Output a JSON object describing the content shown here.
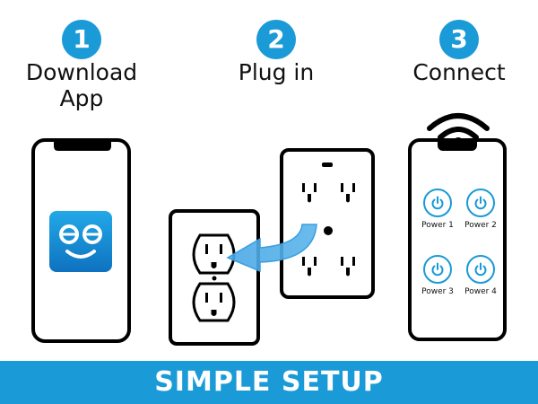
{
  "steps": [
    {
      "number": "1",
      "title_line1": "Download",
      "title_line2": "App"
    },
    {
      "number": "2",
      "title_line1": "Plug in",
      "title_line2": ""
    },
    {
      "number": "3",
      "title_line1": "Connect",
      "title_line2": ""
    }
  ],
  "app_screen": {
    "power_buttons": [
      {
        "label": "Power 1"
      },
      {
        "label": "Power 2"
      },
      {
        "label": "Power 3"
      },
      {
        "label": "Power 4"
      }
    ]
  },
  "footer": {
    "text": "SIMPLE SETUP"
  },
  "icons": {
    "app": "app-icon-smiley-face",
    "wifi": "wifi-icon",
    "arrow": "curved-arrow-icon",
    "power": "power-icon"
  },
  "colors": {
    "accent": "#1a9ad6",
    "outline": "#000000",
    "background": "#ffffff"
  }
}
